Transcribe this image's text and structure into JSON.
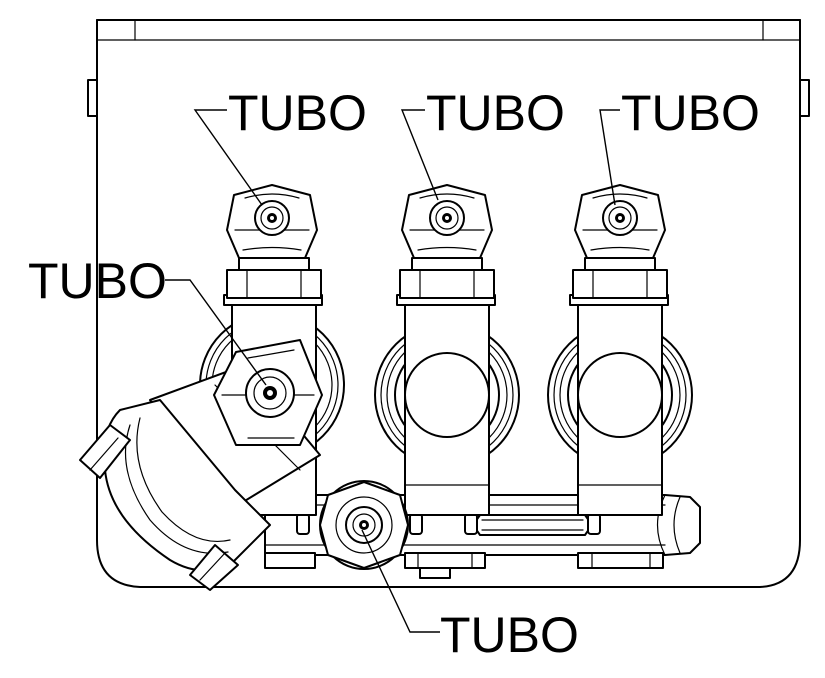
{
  "labels": {
    "top_left": "TUBO",
    "top_middle": "TUBO",
    "top_right": "TUBO",
    "left": "TUBO",
    "bottom": "TUBO"
  },
  "colors": {
    "line": "#000000",
    "background": "#ffffff"
  }
}
